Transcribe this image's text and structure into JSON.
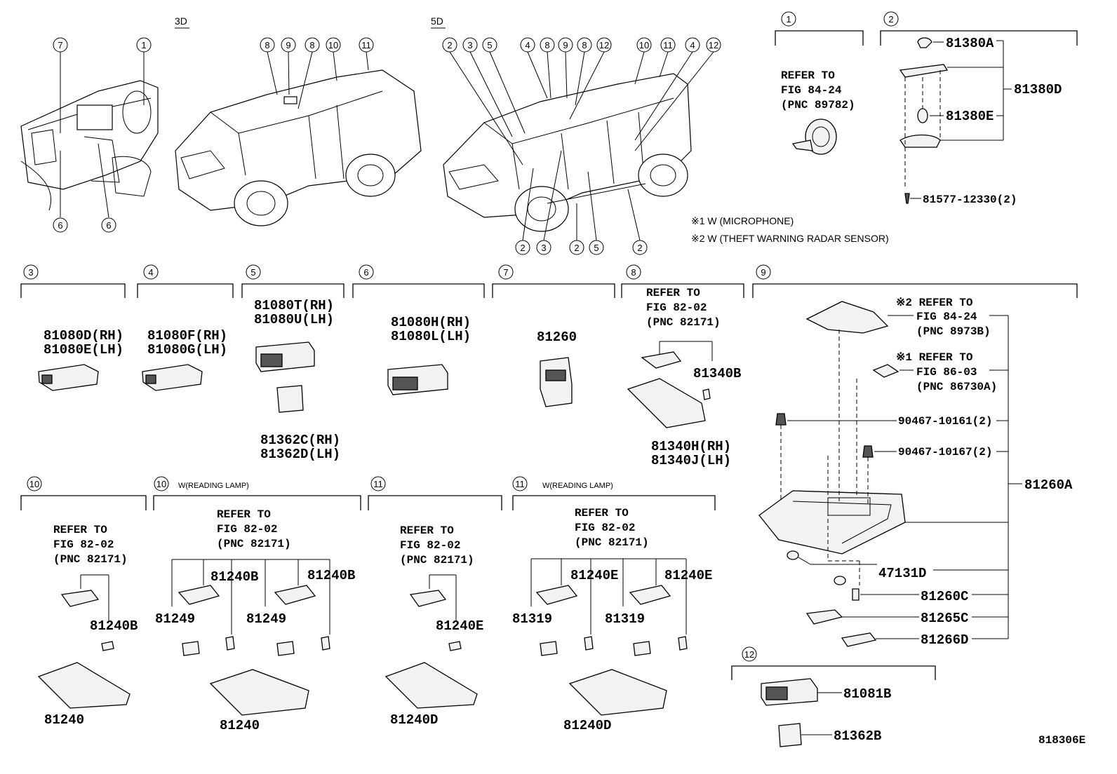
{
  "variants": {
    "v3d": "3D",
    "v5d": "5D"
  },
  "notes": {
    "n1": "※1 W (MICROPHONE)",
    "n2": "※2 W (THEFT WARNING RADAR SENSOR)"
  },
  "callout_nums": {
    "c1": "1",
    "c2": "2",
    "c3": "3",
    "c4": "4",
    "c5": "5",
    "c6": "6",
    "c7": "7",
    "c8": "8",
    "c9": "9",
    "c10": "10",
    "c11": "11",
    "c12": "12"
  },
  "sections": {
    "s1": {
      "ref1": "REFER TO",
      "ref2": "FIG 84-24",
      "ref3": "(PNC 89782)"
    },
    "s2": {
      "p1": "81380A",
      "p2": "81380D",
      "p3": "81380E",
      "p4": "81577-12330(2)"
    },
    "s3": {
      "p1": "81080D(RH)",
      "p2": "81080E(LH)"
    },
    "s4": {
      "p1": "81080F(RH)",
      "p2": "81080G(LH)"
    },
    "s5": {
      "p1": "81080T(RH)",
      "p2": "81080U(LH)",
      "p3": "81362C(RH)",
      "p4": "81362D(LH)"
    },
    "s6": {
      "p1": "81080H(RH)",
      "p2": "81080L(LH)"
    },
    "s7": {
      "p1": "81260"
    },
    "s8": {
      "ref1": "REFER TO",
      "ref2": "FIG 82-02",
      "ref3": "(PNC 82171)",
      "p1": "81340B",
      "p2": "81340H(RH)",
      "p3": "81340J(LH)"
    },
    "s9": {
      "r1a": "※2 REFER TO",
      "r1b": "FIG 84-24",
      "r1c": "(PNC 8973B)",
      "r2a": "※1 REFER TO",
      "r2b": "FIG 86-03",
      "r2c": "(PNC 86730A)",
      "p1": "90467-10161(2)",
      "p2": "90467-10167(2)",
      "p3": "81260A",
      "p4": "47131D",
      "p5": "81260C",
      "p6": "81265C",
      "p7": "81266D"
    },
    "s10a": {
      "ref1": "REFER TO",
      "ref2": "FIG 82-02",
      "ref3": "(PNC 82171)",
      "p1": "81240B",
      "p2": "81240"
    },
    "s10b": {
      "title": "W(READING LAMP)",
      "ref1": "REFER TO",
      "ref2": "FIG 82-02",
      "ref3": "(PNC 82171)",
      "p1": "81240B",
      "p2": "81240B",
      "p3": "81249",
      "p4": "81249",
      "p5": "81240"
    },
    "s11a": {
      "ref1": "REFER TO",
      "ref2": "FIG 82-02",
      "ref3": "(PNC 82171)",
      "p1": "81240E",
      "p2": "81240D"
    },
    "s11b": {
      "title": "W(READING LAMP)",
      "ref1": "REFER TO",
      "ref2": "FIG 82-02",
      "ref3": "(PNC 82171)",
      "p1": "81240E",
      "p2": "81240E",
      "p3": "81319",
      "p4": "81319",
      "p5": "81240D"
    },
    "s12": {
      "p1": "81081B",
      "p2": "81362B"
    }
  },
  "figure_id": "818306E"
}
